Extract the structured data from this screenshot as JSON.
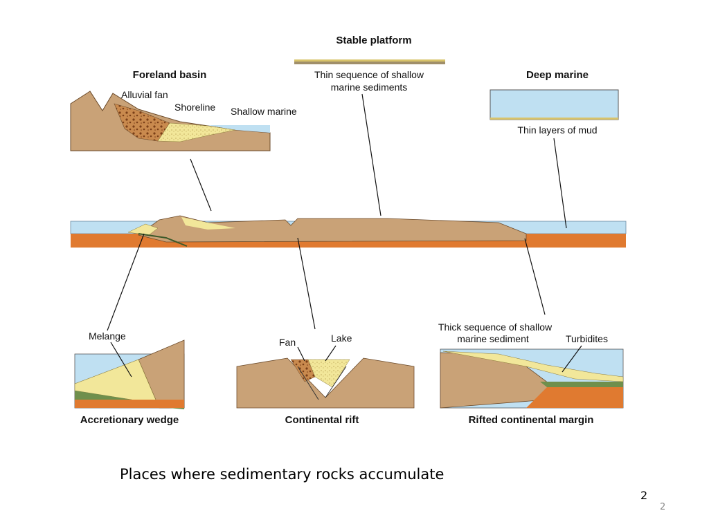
{
  "headings": {
    "stable_platform": "Stable platform",
    "foreland_basin": "Foreland basin",
    "deep_marine": "Deep marine",
    "accretionary_wedge": "Accretionary wedge",
    "continental_rift": "Continental rift",
    "rifted_margin": "Rifted continental margin"
  },
  "labels": {
    "thin_sequence_line1": "Thin sequence of shallow",
    "thin_sequence_line2": "marine sediments",
    "alluvial_fan": "Alluvial fan",
    "shoreline": "Shoreline",
    "shallow_marine": "Shallow marine",
    "thin_layers_mud": "Thin layers of mud",
    "melange": "Melange",
    "fan": "Fan",
    "lake": "Lake",
    "thick_sequence_line1": "Thick sequence of shallow",
    "thick_sequence_line2": "marine sediment",
    "turbidites": "Turbidites"
  },
  "caption": "Places where sedimentary rocks accumulate",
  "slide_number": "2",
  "slide_number_corner": "2",
  "colors": {
    "rock_tan": "#c9a277",
    "mantle_orange": "#e07a30",
    "sea_blue": "#bfe0f2",
    "sediment_yellow": "#f2e79a",
    "gravel_brown": "#b86c36",
    "crust_green": "#6f8f4c"
  }
}
